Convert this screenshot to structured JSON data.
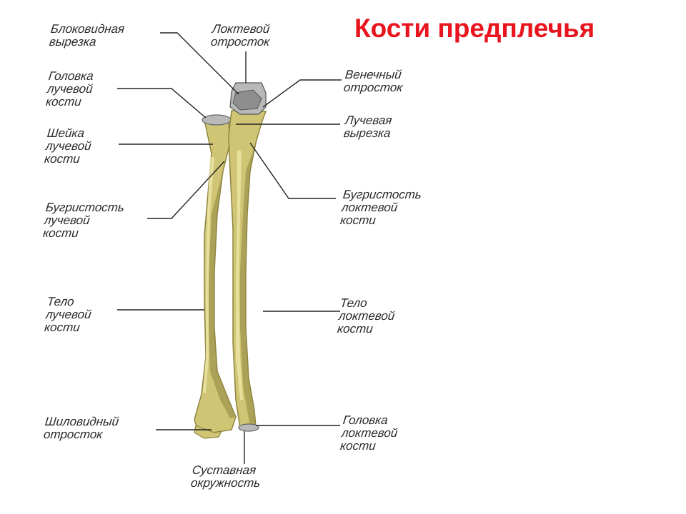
{
  "title": "Кости предплечья",
  "colors": {
    "title": "#e8141e",
    "bone": "#cfc574",
    "bone_shadow": "#8f8540",
    "bone_highlight": "#ece6a8",
    "cartilage": "#b9b9b9",
    "leader": "#222222",
    "label_text": "#2b2b2b"
  },
  "labels": {
    "trochlear_notch": "Блоковидная\nвырезка",
    "olecranon": "Локтевой\nотросток",
    "radial_head": "Головка\nлучевой\nкости",
    "coronoid_process": "Венечный\nотросток",
    "radial_neck": "Шейка\nлучевой\nкости",
    "radial_notch": "Лучевая\nвырезка",
    "radial_tuberosity": "Бугристость\nлучевой\nкости",
    "ulnar_tuberosity": "Бугристость\nлоктевой\nкости",
    "radius_body": "Тело\nлучевой\nкости",
    "ulna_body": "Тело\nлоктевой\nкости",
    "styloid_process": "Шиловидный\nотросток",
    "ulnar_head": "Головка\nлоктевой\nкости",
    "articular_circumference": "Суставная\nокружность"
  }
}
